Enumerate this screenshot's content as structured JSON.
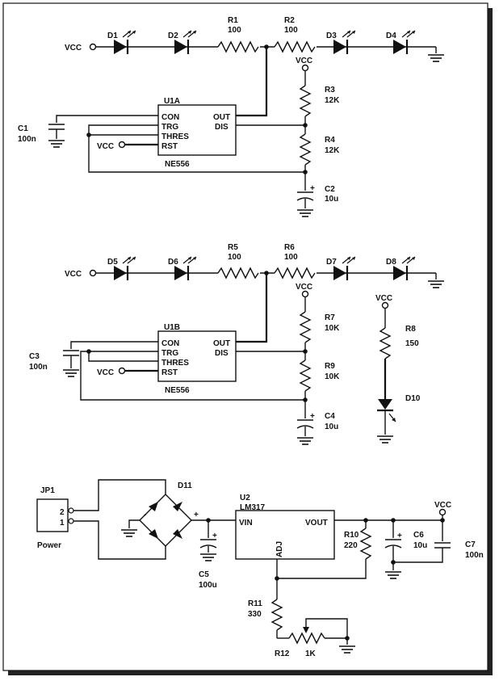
{
  "block1": {
    "vcc": "VCC",
    "d1": "D1",
    "d2": "D2",
    "d3": "D3",
    "d4": "D4",
    "r1": "R1",
    "r1v": "100",
    "r2": "R2",
    "r2v": "100",
    "r3": "R3",
    "r3v": "12K",
    "r4": "R4",
    "r4v": "12K",
    "c1": "C1",
    "c1v": "100n",
    "c2": "C2",
    "c2v": "10u",
    "u": "U1A",
    "chip": "NE556",
    "pins": {
      "con": "CON",
      "trg": "TRG",
      "thres": "THRES",
      "rst": "RST",
      "out": "OUT",
      "dis": "DIS"
    }
  },
  "block2": {
    "vcc": "VCC",
    "d5": "D5",
    "d6": "D6",
    "d7": "D7",
    "d8": "D8",
    "r5": "R5",
    "r5v": "100",
    "r6": "R6",
    "r6v": "100",
    "r7": "R7",
    "r7v": "10K",
    "r9": "R9",
    "r9v": "10K",
    "r8": "R8",
    "r8v": "150",
    "d10": "D10",
    "c3": "C3",
    "c3v": "100n",
    "c4": "C4",
    "c4v": "10u",
    "u": "U1B",
    "chip": "NE556",
    "pins": {
      "con": "CON",
      "trg": "TRG",
      "thres": "THRES",
      "rst": "RST",
      "out": "OUT",
      "dis": "DIS"
    }
  },
  "power": {
    "jp": "JP1",
    "pin2": "2",
    "pin1": "1",
    "jp_label": "Power",
    "d11": "D11",
    "u2": "U2",
    "reg": "LM317",
    "vin": "VIN",
    "vout": "VOUT",
    "adj": "ADJ",
    "c5": "C5",
    "c5v": "100u",
    "c6": "C6",
    "c6v": "10u",
    "c7": "C7",
    "c7v": "100n",
    "r10": "R10",
    "r10v": "220",
    "r11": "R11",
    "r11v": "330",
    "r12": "R12",
    "r12v": "1K",
    "vcc": "VCC",
    "plus": "+",
    "minus": "-"
  }
}
